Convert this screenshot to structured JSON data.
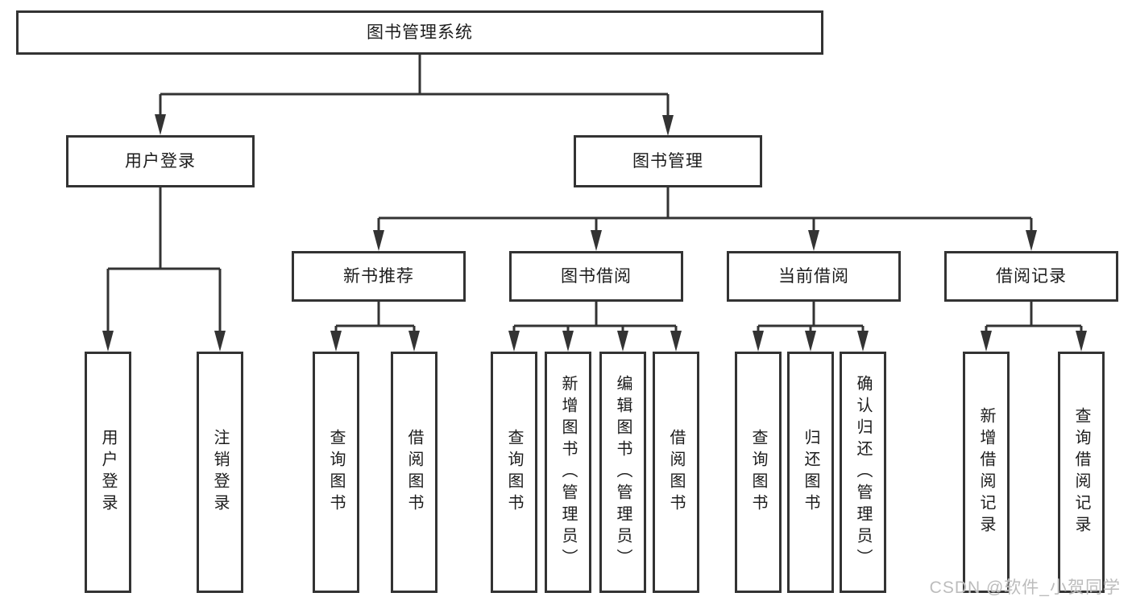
{
  "diagram": {
    "root": {
      "label": "图书管理系统"
    },
    "children": [
      {
        "label": "用户登录",
        "children": [
          {
            "label": "用户登录"
          },
          {
            "label": "注销登录"
          }
        ]
      },
      {
        "label": "图书管理",
        "children": [
          {
            "label": "新书推荐",
            "children": [
              {
                "label": "查询图书"
              },
              {
                "label": "借阅图书"
              }
            ]
          },
          {
            "label": "图书借阅",
            "children": [
              {
                "label": "查询图书"
              },
              {
                "label": "新增图书（管理员）"
              },
              {
                "label": "编辑图书（管理员）"
              },
              {
                "label": "借阅图书"
              }
            ]
          },
          {
            "label": "当前借阅",
            "children": [
              {
                "label": "查询图书"
              },
              {
                "label": "归还图书"
              },
              {
                "label": "确认归还（管理员）"
              }
            ]
          },
          {
            "label": "借阅记录",
            "children": [
              {
                "label": "新增借阅记录"
              },
              {
                "label": "查询借阅记录"
              }
            ]
          }
        ]
      }
    ]
  },
  "watermark": "CSDN @软件_小贺同学",
  "colors": {
    "line": "#333333",
    "box_border": "#333333",
    "text": "#1c1c1c",
    "background": "#ffffff",
    "watermark": "#bcbcbc"
  }
}
